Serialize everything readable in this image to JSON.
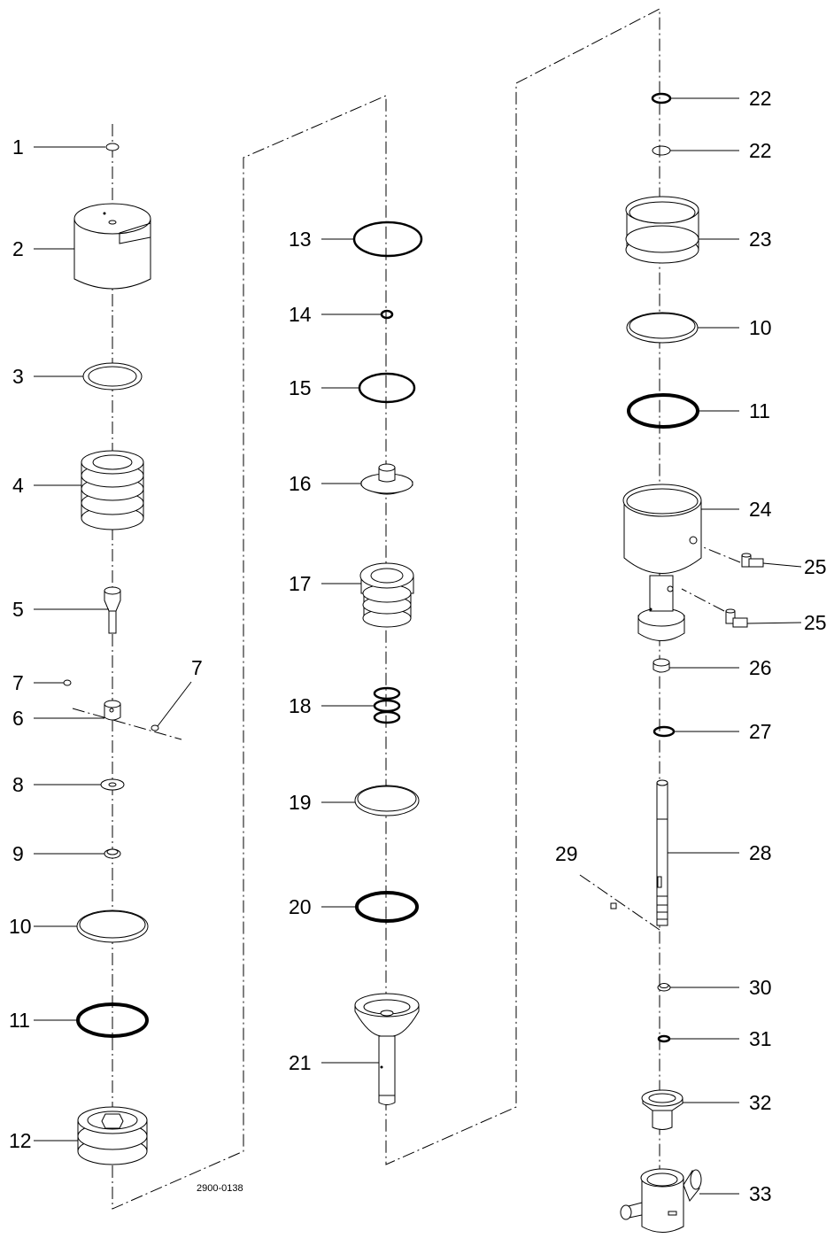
{
  "drawing": {
    "number": "2900-0138"
  },
  "callouts": {
    "left": [
      "1",
      "2",
      "3",
      "4",
      "5",
      "7",
      "6",
      "7",
      "8",
      "9",
      "10",
      "11",
      "12"
    ],
    "center": [
      "13",
      "14",
      "15",
      "16",
      "17",
      "18",
      "19",
      "20",
      "21"
    ],
    "right": [
      "22",
      "22",
      "23",
      "10",
      "11",
      "24",
      "25",
      "25",
      "26",
      "27",
      "28",
      "29",
      "30",
      "31",
      "32",
      "33"
    ]
  }
}
